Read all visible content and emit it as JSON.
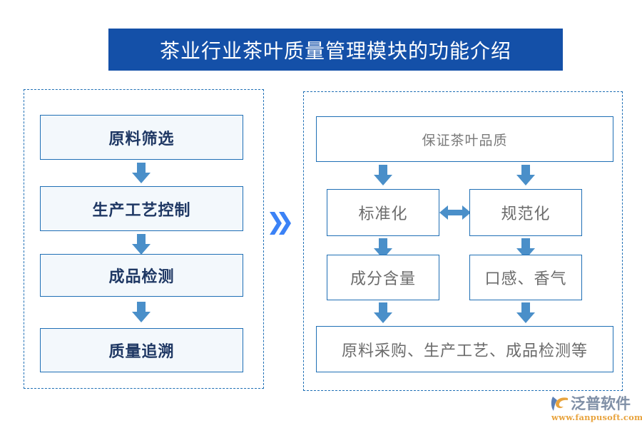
{
  "header": {
    "title": "茶业行业茶叶质量管理模块的功能介绍",
    "background_color": "#1450a8",
    "text_color": "#ffffff"
  },
  "colors": {
    "accent_blue": "#1f6fb5",
    "arrow_blue": "#4a8fc9",
    "chevron_blue": "#3b82f6",
    "box_fill": "#f3f8fc",
    "navy_text": "#1f3864",
    "grey_text": "#6b6b6b",
    "logo_orange": "#e8a33d",
    "logo_grey": "#7f8fa6"
  },
  "left_panel": {
    "name": "process-flow",
    "nodes": [
      {
        "label": "原料筛选"
      },
      {
        "label": "生产工艺控制"
      },
      {
        "label": "成品检测"
      },
      {
        "label": "质量追溯"
      }
    ],
    "connectors": [
      {
        "type": "arrow-down"
      },
      {
        "type": "arrow-down"
      },
      {
        "type": "arrow-down"
      }
    ]
  },
  "connector_between_panels": {
    "icon": "double-chevron-right-icon",
    "glyph": "»"
  },
  "right_panel": {
    "name": "quality-breakdown",
    "root": {
      "label": "保证茶叶品质"
    },
    "pair": [
      {
        "label": "标准化"
      },
      {
        "label": "规范化"
      }
    ],
    "pair_link": {
      "icon": "double-headed-horizontal-arrow-icon"
    },
    "details": [
      {
        "label": "成分含量"
      },
      {
        "label": "口感、香气"
      }
    ],
    "footer": {
      "label": "原料采购、生产工艺、成品检测等"
    }
  },
  "logo": {
    "icon": "fanpu-leaf-logo-icon",
    "company": "泛普软件",
    "url": "www.fanpusoft.com"
  }
}
